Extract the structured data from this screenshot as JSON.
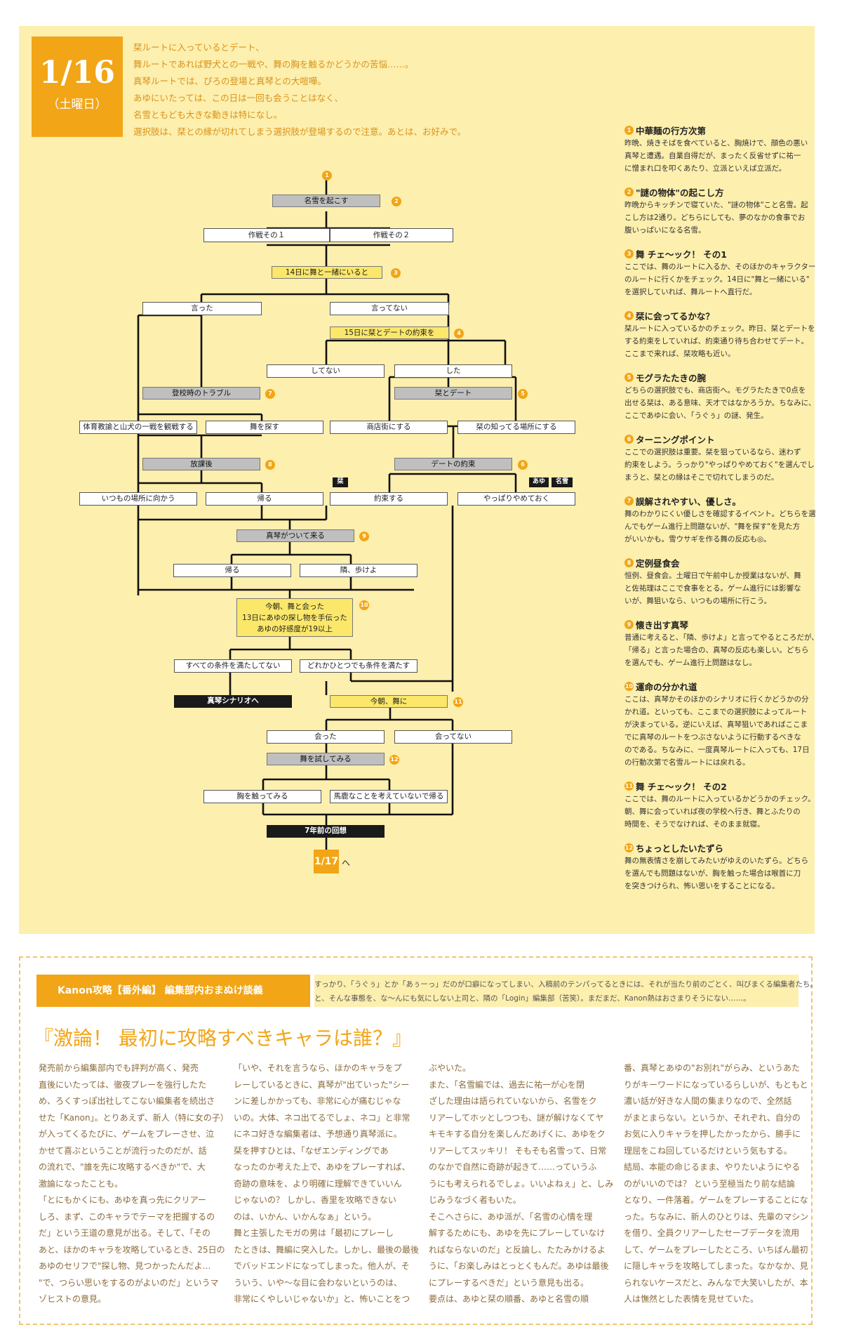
{
  "date": {
    "day": "1/16",
    "weekday": "（土曜日）"
  },
  "intro": [
    "栞ルートに入っているとデート、",
    "舞ルートであれば野犬との一戦や、舞の胸を触るかどうかの苦悩……。",
    "真琴ルートでは、ぴろの登場と真琴との大喧嘩。",
    "あゆにいたっては、この日は一回も会うことはなく、",
    "名雪ともども大きな動きは特になし。",
    "選択肢は、栞との縁が切れてしまう選択肢が登場するので注意。あとは、お好みで。"
  ],
  "flow": {
    "n1": "1",
    "wake": "名雪を起こす",
    "n2": "2",
    "plan1": "作戦その１",
    "plan2": "作戦その２",
    "with_mai": "14日に舞と一緒にいると",
    "n3": "3",
    "said": "言った",
    "not_said": "言ってない",
    "shiori_promise": "15日に栞とデートの約束を",
    "n4": "4",
    "not_done": "してない",
    "done": "した",
    "school_trouble": "登校時のトラブル",
    "n7": "7",
    "shiori_date": "栞とデート",
    "n5": "5",
    "watch_fight": "体育教諭と山犬の一戦を観戦する",
    "find_mai": "舞を探す",
    "shopping": "商店街にする",
    "shiori_place": "栞の知ってる場所にする",
    "after_school": "放課後",
    "n8": "8",
    "date_promise": "デートの約束",
    "n6": "6",
    "tag_shiori": "栞",
    "tag_ayu": "あゆ",
    "tag_nayuki": "名雪",
    "usual_place": "いつもの場所に向かう",
    "go_home": "帰る",
    "promise": "約束する",
    "cancel": "やっぱりやめておく",
    "makoto_follows": "真琴がついて来る",
    "n9": "9",
    "home2": "帰る",
    "walk_beside": "隣、歩けよ",
    "cond1": "今朝、舞と会った",
    "cond2": "13日にあゆの探し物を手伝った",
    "cond3": "あゆの好感度が19以上",
    "n10": "10",
    "all_unmet": "すべての条件を満たしてない",
    "any_met": "どれかひとつでも条件を満たす",
    "makoto_scenario": "真琴シナリオへ",
    "morning_mai": "今朝、舞に",
    "n11": "11",
    "met": "会った",
    "not_met": "会ってない",
    "test_mai": "舞を試してみる",
    "n12": "12",
    "touch_chest": "胸を触ってみる",
    "go_home_foolish": "馬鹿なことを考えていないで帰る",
    "memory": "7年前の回想",
    "next_day": "1/17",
    "next_suffix": "へ"
  },
  "notes": [
    {
      "num": "1",
      "title": "中華麺の行方次第",
      "body": [
        "昨晩、焼きそばを食べていると、胸焼けで、顔色の悪い",
        "真琴と遭遇。自業自得だが、まったく反省せずに祐一",
        "に憎まれ口を叩くあたり、立派といえば立派だ。"
      ]
    },
    {
      "num": "2",
      "title": "\"謎の物体\"の起こし方",
      "body": [
        "昨晩からキッチンで寝ていた、\"謎の物体\"こと名雪。起",
        "こし方は2通り。どちらにしても、夢のなかの食事でお",
        "腹いっぱいになる名雪。"
      ]
    },
    {
      "num": "3",
      "title": "舞 チェ～ック！ その1",
      "body": [
        "ここでは、舞のルートに入るか、そのほかのキャラクター",
        "のルートに行くかをチェック。14日に\"舞と一緒にいる\"",
        "を選択していれば、舞ルートへ直行だ。"
      ]
    },
    {
      "num": "4",
      "title": "栞に会ってるかな？",
      "body": [
        "栞ルートに入っているかのチェック。昨日、栞とデートを",
        "する約束をしていれば、約束通り待ち合わせてデート。",
        "ここまで来れば、栞攻略も近い。"
      ]
    },
    {
      "num": "5",
      "title": "モグラたたきの腕",
      "body": [
        "どちらの選択肢でも、商店街へ。モグラたたきで0点を",
        "出せる栞は、ある意味、天才ではなかろうか。ちなみに、",
        "ここであゆに会い、「うぐぅ」の謎、発生。"
      ]
    },
    {
      "num": "6",
      "title": "ターニングポイント",
      "body": [
        "ここでの選択肢は重要。栞を狙っているなら、迷わず",
        "約束をしよう。うっかり\"やっぱりやめておく\"を選んでし",
        "まうと、栞との縁はそこで切れてしまうのだ。"
      ]
    },
    {
      "num": "7",
      "title": "誤解されやすい、優しさ。",
      "body": [
        "舞のわかりにくい優しさを確認するイベント。どちらを選",
        "んでもゲーム進行上問題ないが、\"舞を探す\"を見た方",
        "がいいかも。雪ウサギを作る舞の反応も◎。"
      ]
    },
    {
      "num": "8",
      "title": "定例昼食会",
      "body": [
        "恒例、昼食会。土曜日で午前中しか授業はないが、舞",
        "と佐祐理はここで食事をとる。ゲーム進行には影響な",
        "いが、舞狙いなら、いつもの場所に行こう。"
      ]
    },
    {
      "num": "9",
      "title": "懐き出す真琴",
      "body": [
        "普通に考えると、「隣、歩けよ」と言ってやるところだが、",
        "「帰る」と言った場合の、真琴の反応も楽しい。どちら",
        "を選んでも、ゲーム進行上問題はなし。"
      ]
    },
    {
      "num": "10",
      "title": "運命の分かれ道",
      "body": [
        "ここは、真琴かそのほかのシナリオに行くかどうかの分",
        "かれ道。といっても、ここまでの選択肢によってルート",
        "が決まっている。逆にいえば、真琴狙いであればここま",
        "でに真琴のルートをつぶさないように行動するべきな",
        "のである。ちなみに、一度真琴ルートに入っても、17日",
        "の行動次第で名雪ルートには戻れる。"
      ]
    },
    {
      "num": "11",
      "title": "舞 チェ～ック！ その2",
      "body": [
        "ここでは、舞のルートに入っているかどうかのチェック。",
        "朝、舞に会っていれば夜の学校へ行き、舞とふたりの",
        "時間を、そうでなければ、そのまま就寝。"
      ]
    },
    {
      "num": "12",
      "title": "ちょっとしたいたずら",
      "body": [
        "舞の無表情さを崩してみたいがゆえのいたずら。どちら",
        "を選んでも問題はないが、胸を触った場合は喉首に刀",
        "を突きつけられ、怖い思いをすることになる。"
      ]
    }
  ],
  "lower": {
    "header": "Kanon攻略【番外編】 編集部内おまぬけ談義",
    "lead": [
      "すっかり、「うぐぅ」とか「あぅーっ」だのが口癖になってしまい、入稿前のテンパってるときには、それが当たり前のごとく、叫びまくる編集者たち。",
      "と、そんな事態を、な～んにも気にしない上司と、隣の「Login」編集部（苦笑）。まだまだ、Kanon熱はおさまりそうにない……。"
    ],
    "title": "『激論！ 最初に攻略すべきキャラは誰？』",
    "columns": [
      [
        "発売前から編集部内でも評判が高く、発売",
        "直後にいたっては、徹夜プレーを強行したた",
        "め、ろくすっぽ出社してこない編集者を続出さ",
        "せた「Kanon」。とりあえず、新人（特に女の子）",
        "が入ってくるたびに、ゲームをプレーさせ、泣",
        "かせて喜ぶということが流行ったのだが、話",
        "の流れで、\"誰を先に攻略するべきか\"で、大",
        "激論になったことも。",
        "「とにもかくにも、あゆを真っ先にクリアー",
        "しろ、まず、このキャラでテーマを把握するの",
        "だ」という王道の意見が出る。そして、「その",
        "あと、ほかのキャラを攻略しているとき、25日の",
        "あゆのセリフで\"探し物、見つかったんだよ…",
        "\"で、つらい思いをするのがよいのだ」というマ",
        "ゾヒストの意見。"
      ],
      [
        "「いや、それを言うなら、ほかのキャラをプ",
        "レーしているときに、真琴が\"出ていった\"シー",
        "ンに差しかかっても、非常に心が痛むじゃな",
        "いの。大体、ネコ出てるでしょ、ネコ」と非常",
        "にネコ好きな編集者は、予想通り真琴派に。",
        "栞を押すひとは、「なぜエンディングであ",
        "なったのか考えた上で、あゆをプレーすれば、",
        "奇跡の意味を、より明確に理解できていいん",
        "じゃないの？ しかし、香里を攻略できない",
        "のは、いかん、いかんなぁ」という。",
        "舞と主張したモガの男は「最初にプレーし",
        "たときは、舞編に突入した。しかし、最後の最後",
        "でバッドエンドになってしまった。他人が、そ",
        "ういう、いや～な目に会わないというのは、",
        "非常にくやしいじゃないか」と、怖いことをつ"
      ],
      [
        "ぶやいた。",
        "また、「名雪編では、過去に祐一が心を閉",
        "ざした理由は語られていないから、名雪をク",
        "リアーしてホッとしつつも、謎が解けなくてヤ",
        "キモキする自分を楽しんだあげくに、あゆをク",
        "リアーしてスッキリ！ そもそも名雪って、日常",
        "のなかで自然に奇跡が起きて……っていうふ",
        "うにも考えられるでしょ。いいよねぇ」と、しみ",
        "じみうなづく者もいた。",
        "そこへさらに、あゆ派が、「名雪の心情を理",
        "解するためにも、あゆを先にプレーしていなけ",
        "ればならないのだ」と反論し、たたみかけるよ",
        "うに、「お楽しみはとっとくもんだ。あゆは最後",
        "にプレーするべきだ」という意見も出る。",
        "要点は、あゆと栞の順番、あゆと名雪の順"
      ],
      [
        "番、真琴とあゆの\"お別れ\"がらみ、というあた",
        "りがキーワードになっているらしいが、もともと",
        "濃い話が好きな人間の集まりなので、全然話",
        "がまとまらない。というか、それぞれ、自分の",
        "お気に入りキャラを押したかったから、勝手に",
        "理屈をこね回しているだけという気もする。",
        "結局、本能の命じるまま、やりたいようにやる",
        "のがいいのでは？ という至極当たり前な結論",
        "となり、一件落着。ゲームをプレーすることにな",
        "った。ちなみに、新人のひとりは、先輩のマシン",
        "を借り、全員クリアーしたセーブデータを流用",
        "して、ゲームをプレーしたところ、いちばん最初",
        "に隠しキャラを攻略してしまった。なかなか、見",
        "られないケースだと、みんなで大笑いしたが、本",
        "人は憮然とした表情を見せていた。"
      ]
    ]
  }
}
